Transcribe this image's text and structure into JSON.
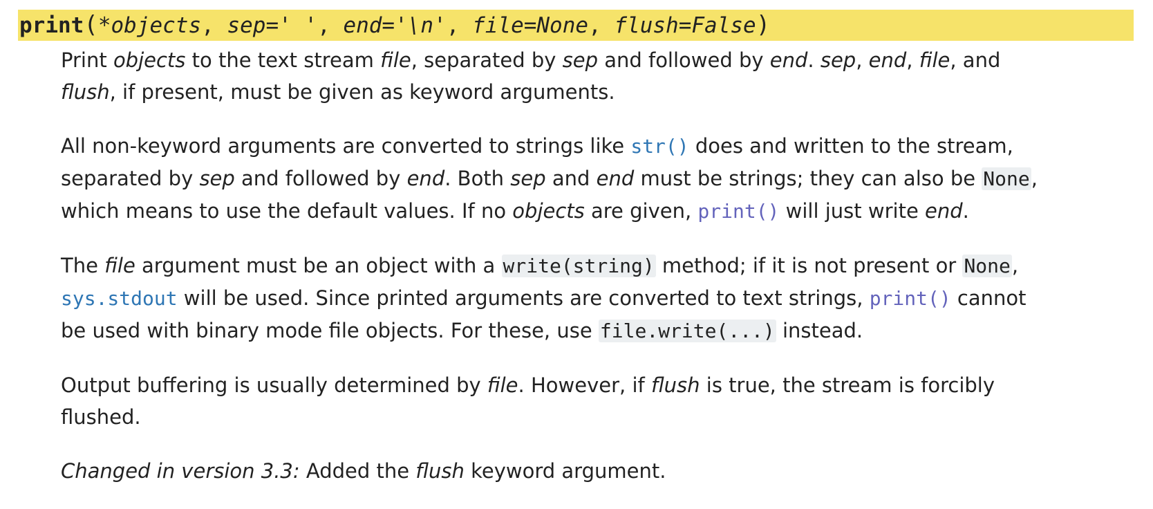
{
  "signature": {
    "name": "print",
    "open_paren": "(",
    "close_paren": ")",
    "params": [
      "*objects",
      "sep=' '",
      "end='\\n'",
      "file=None",
      "flush=False"
    ],
    "separator": ", "
  },
  "paragraphs": {
    "p1": {
      "l1": [
        "Print ",
        "objects",
        " to the text stream ",
        "file",
        ", separated by ",
        "sep",
        " and followed by ",
        "end",
        ". ",
        "sep",
        ", ",
        "end",
        ", ",
        "file",
        ", and"
      ],
      "l2": [
        "flush",
        ", if present, must be given as keyword arguments."
      ]
    },
    "p2": {
      "l1_a": "All non-keyword arguments are converted to strings like ",
      "l1_ref": "str()",
      "l1_b": " does and written to the stream,",
      "l2": [
        "separated by ",
        "sep",
        " and followed by ",
        "end",
        ". Both ",
        "sep",
        " and ",
        "end",
        " must be strings; they can also be "
      ],
      "l2_lit": "None",
      "l2_end": ",",
      "l3": [
        "which means to use the default values. If no ",
        "objects",
        " are given, "
      ],
      "l3_ref": "print()",
      "l3_b": " will just write ",
      "l3_end_it": "end",
      "l3_end": "."
    },
    "p3": {
      "l1": [
        "The ",
        "file",
        " argument must be an object with a "
      ],
      "l1_lit": "write(string)",
      "l1_b": " method; if it is not present or ",
      "l1_lit2": "None",
      "l1_end": ",",
      "l2_ref": "sys.stdout",
      "l2_b": " will be used. Since printed arguments are converted to text strings, ",
      "l2_ref2": "print()",
      "l2_c": " cannot",
      "l3_a": "be used with binary mode file objects. For these, use ",
      "l3_lit": "file.write(...)",
      "l3_b": " instead."
    },
    "p4": {
      "l1": [
        "Output buffering is usually determined by ",
        "file",
        ". However, if ",
        "flush",
        " is true, the stream is forcibly"
      ],
      "l2": "flushed."
    },
    "p5": {
      "versionmodified": "Changed in version 3.3:",
      "a": " Added the ",
      "flush": "flush",
      "b": " keyword argument."
    }
  },
  "colors": {
    "highlight": "#f6e36a",
    "link_blue": "#2e76b4",
    "link_purple": "#6363bb",
    "code_bg": "#eceff1",
    "text": "#222222"
  }
}
